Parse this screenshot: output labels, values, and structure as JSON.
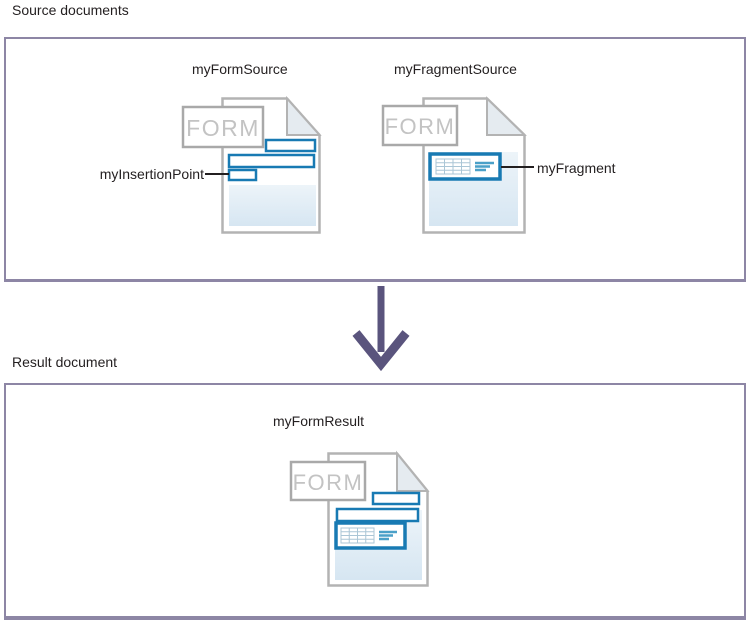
{
  "palette": {
    "panel_border": "#8d86a5",
    "arrow": "#5a547d",
    "doc_outline": "#b3b3b3",
    "badge_gray": "#c3c3c3",
    "field_blue": "#187ab3",
    "content_blue_top": "#edf4f9",
    "content_blue_bottom": "#d6e6f2",
    "text_dark": "#231f20"
  },
  "source_section": {
    "title": "Source documents",
    "form_doc": {
      "label": "myFormSource",
      "badge": "FORM",
      "annotation": "myInsertionPoint"
    },
    "fragment_doc": {
      "label": "myFragmentSource",
      "badge": "FORM",
      "annotation": "myFragment"
    }
  },
  "result_section": {
    "title": "Result document",
    "doc": {
      "label": "myFormResult",
      "badge": "FORM"
    }
  }
}
